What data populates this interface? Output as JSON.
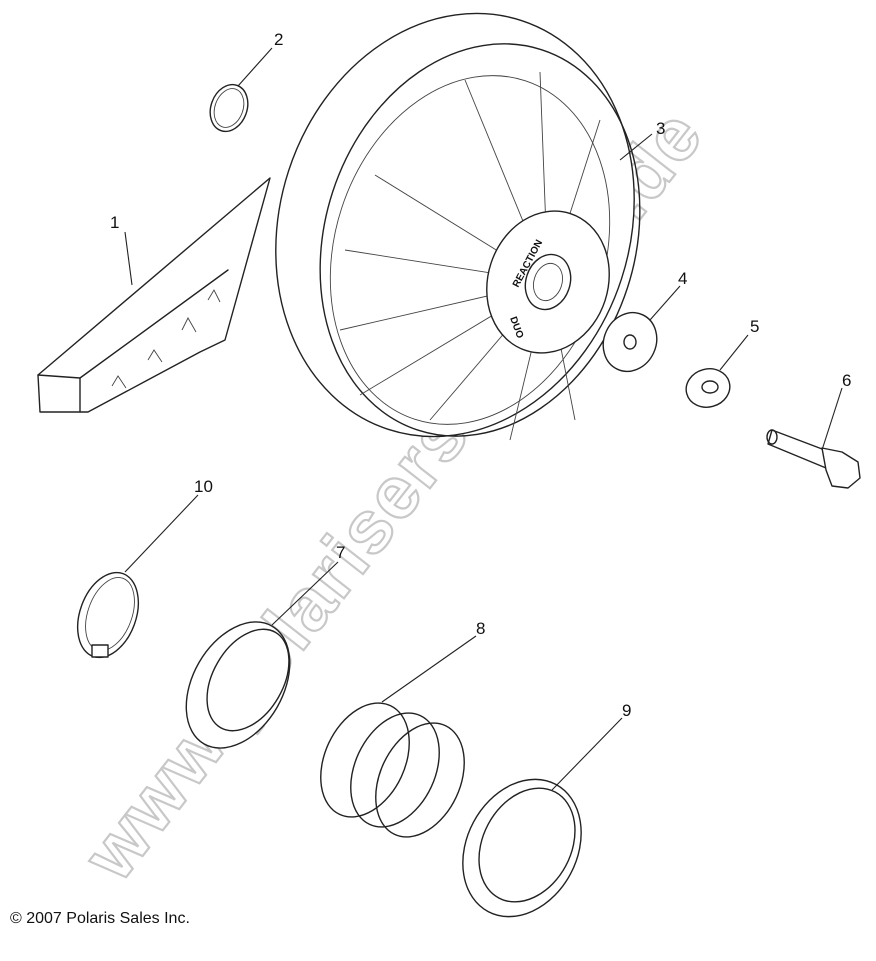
{
  "callouts": [
    "1",
    "2",
    "3",
    "4",
    "5",
    "6",
    "7",
    "8",
    "9",
    "10"
  ],
  "hub_labels": [
    "REACTION",
    "DUO"
  ],
  "watermark": "www.polarisersatzteile.de",
  "copyright": "© 2007 Polaris Sales Inc."
}
